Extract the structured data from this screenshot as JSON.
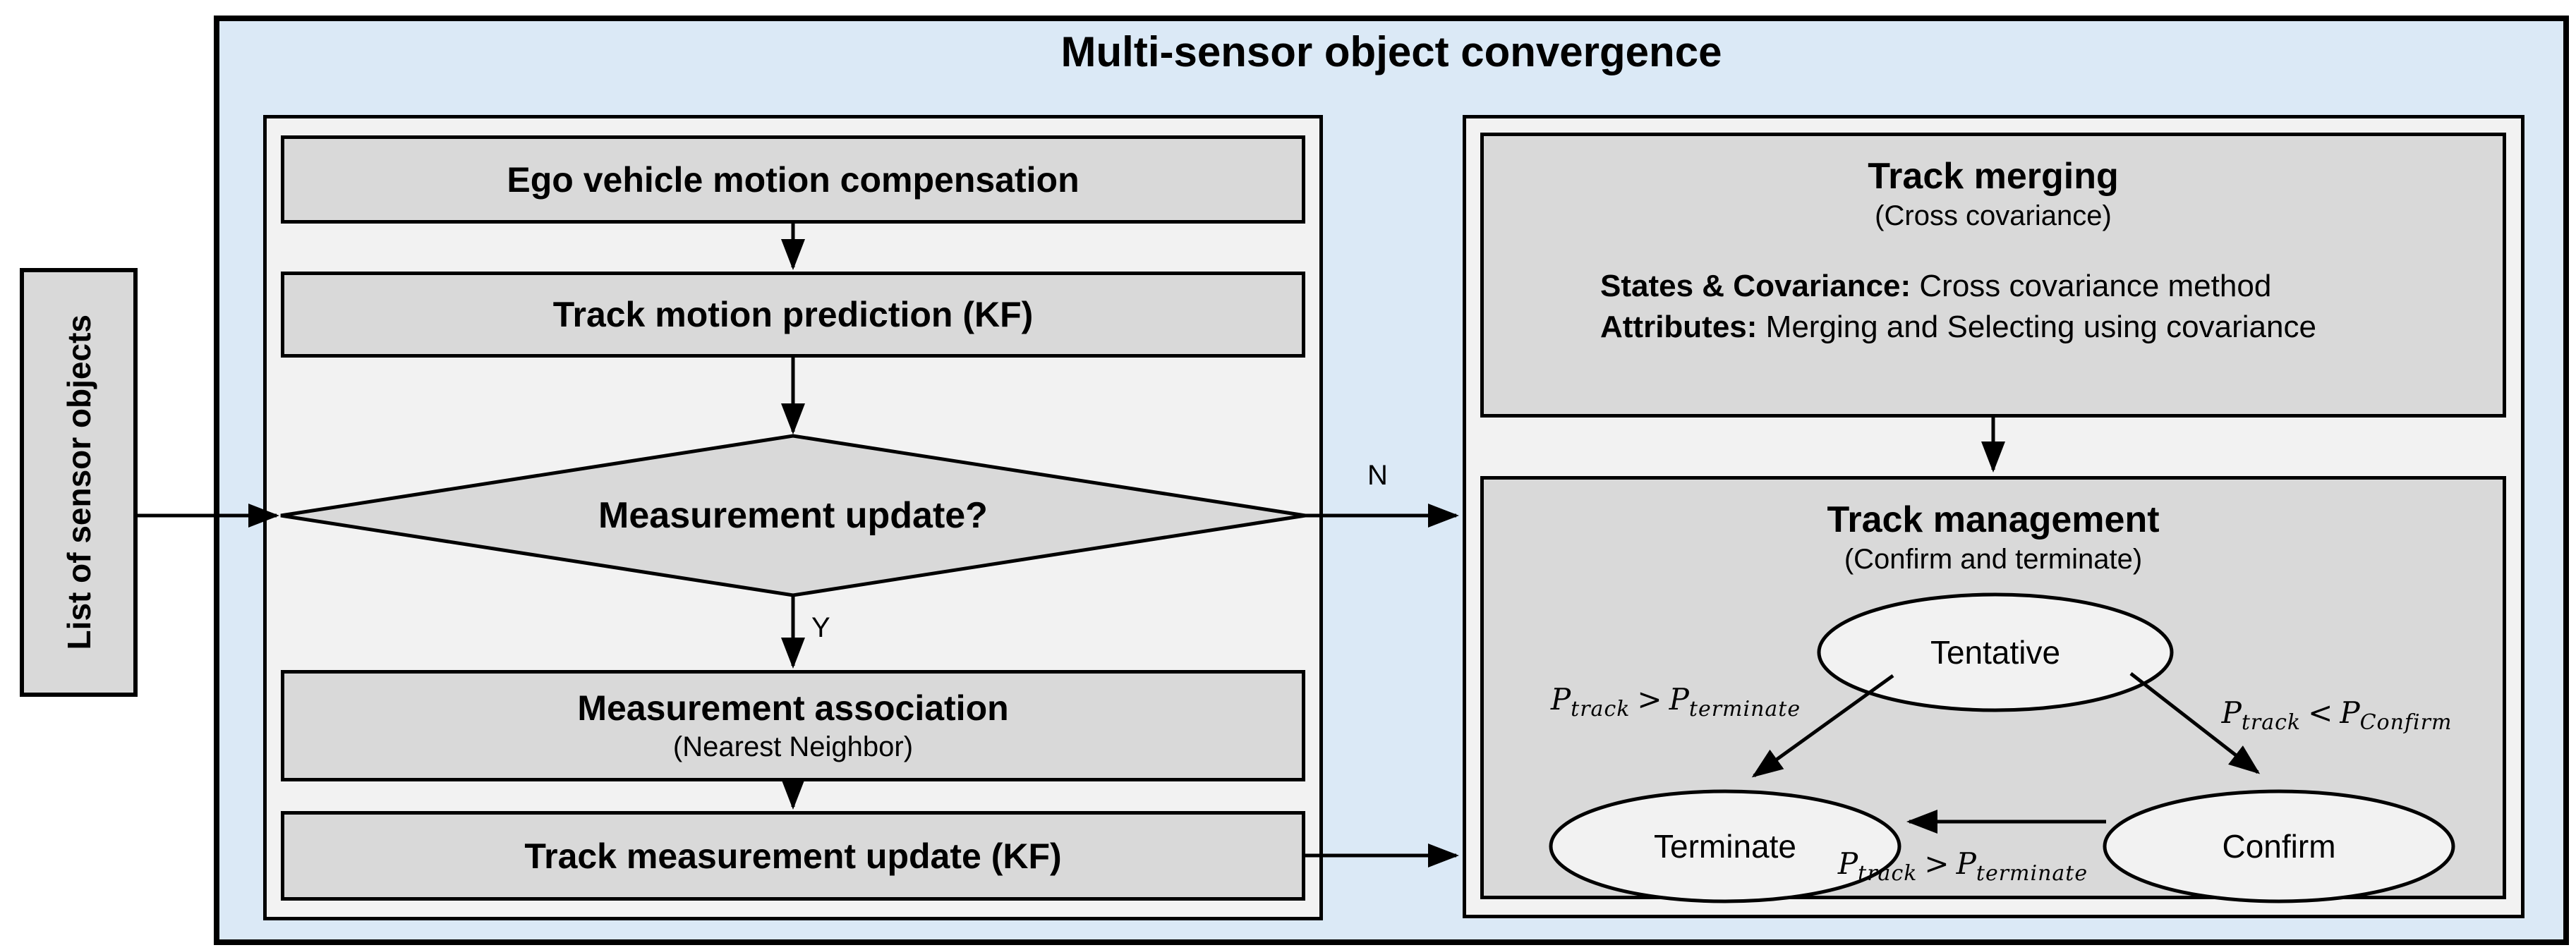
{
  "colors": {
    "container_bg": "#dbe9f6",
    "panel_bg": "#f2f2f2",
    "box_bg": "#d9d9d9",
    "node_bg": "#f2f2f2",
    "line": "#000000"
  },
  "title": "Multi-sensor object convergence",
  "source": {
    "label": "List of sensor objects"
  },
  "pipeline": {
    "ego_box": "Ego vehicle motion compensation",
    "prediction_box": "Track motion prediction (KF)",
    "decision": {
      "label": "Measurement update?",
      "yes_label": "Y",
      "no_label": "N"
    },
    "association_box": {
      "title": "Measurement association",
      "subtitle": "(Nearest Neighbor)"
    },
    "update_box": "Track measurement update (KF)"
  },
  "merging": {
    "title": "Track merging",
    "subtitle": "(Cross covariance)",
    "line1_label": "States & Covariance:",
    "line1_text": " Cross covariance method",
    "line2_label": "Attributes:",
    "line2_text": " Merging and Selecting using covariance"
  },
  "management": {
    "title": "Track management",
    "subtitle": "(Confirm and terminate)",
    "nodes": {
      "tentative": "Tentative",
      "terminate": "Terminate",
      "confirm": "Confirm"
    },
    "conditions": {
      "tent_term": {
        "a": "P",
        "a_sub": "track",
        "op": ">",
        "b": "P",
        "b_sub": "terminate"
      },
      "tent_conf": {
        "a": "P",
        "a_sub": "track",
        "op": "<",
        "b": "P",
        "b_sub": "Confirm"
      },
      "conf_term": {
        "a": "P",
        "a_sub": "track",
        "op": ">",
        "b": "P",
        "b_sub": "terminate"
      }
    }
  }
}
